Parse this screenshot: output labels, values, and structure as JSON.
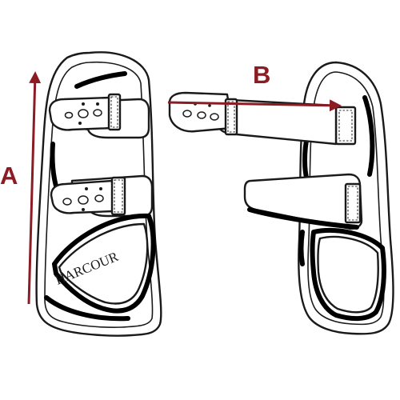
{
  "labels": {
    "a": "A",
    "b": "B",
    "brand": "HARCOUR"
  },
  "colors": {
    "dimension_arrow": "#8b1c24",
    "outline": "#1a1a1a",
    "background": "#ffffff"
  }
}
